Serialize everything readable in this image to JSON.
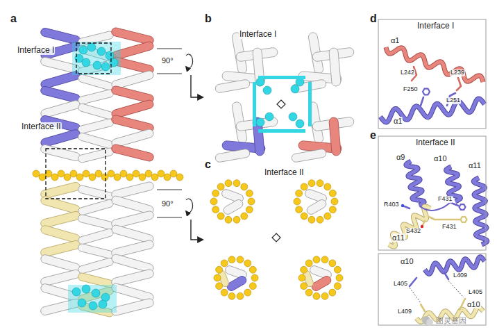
{
  "diagram": {
    "labels": [
      "a",
      "Interface I",
      "Interface II",
      "b",
      "Interface I",
      "90°",
      "c",
      "Interface II",
      "90°",
      "d",
      "Interface I",
      "α1",
      "L242",
      "L239",
      "α1",
      "F250",
      "L251",
      "e",
      "Interface II",
      "α9",
      "α10",
      "α11",
      "R403",
      "F431",
      "S432",
      "F431",
      "α11",
      "α10",
      "L409",
      "L405",
      "L405",
      "L409",
      "α10",
      "图灵基因"
    ]
  }
}
